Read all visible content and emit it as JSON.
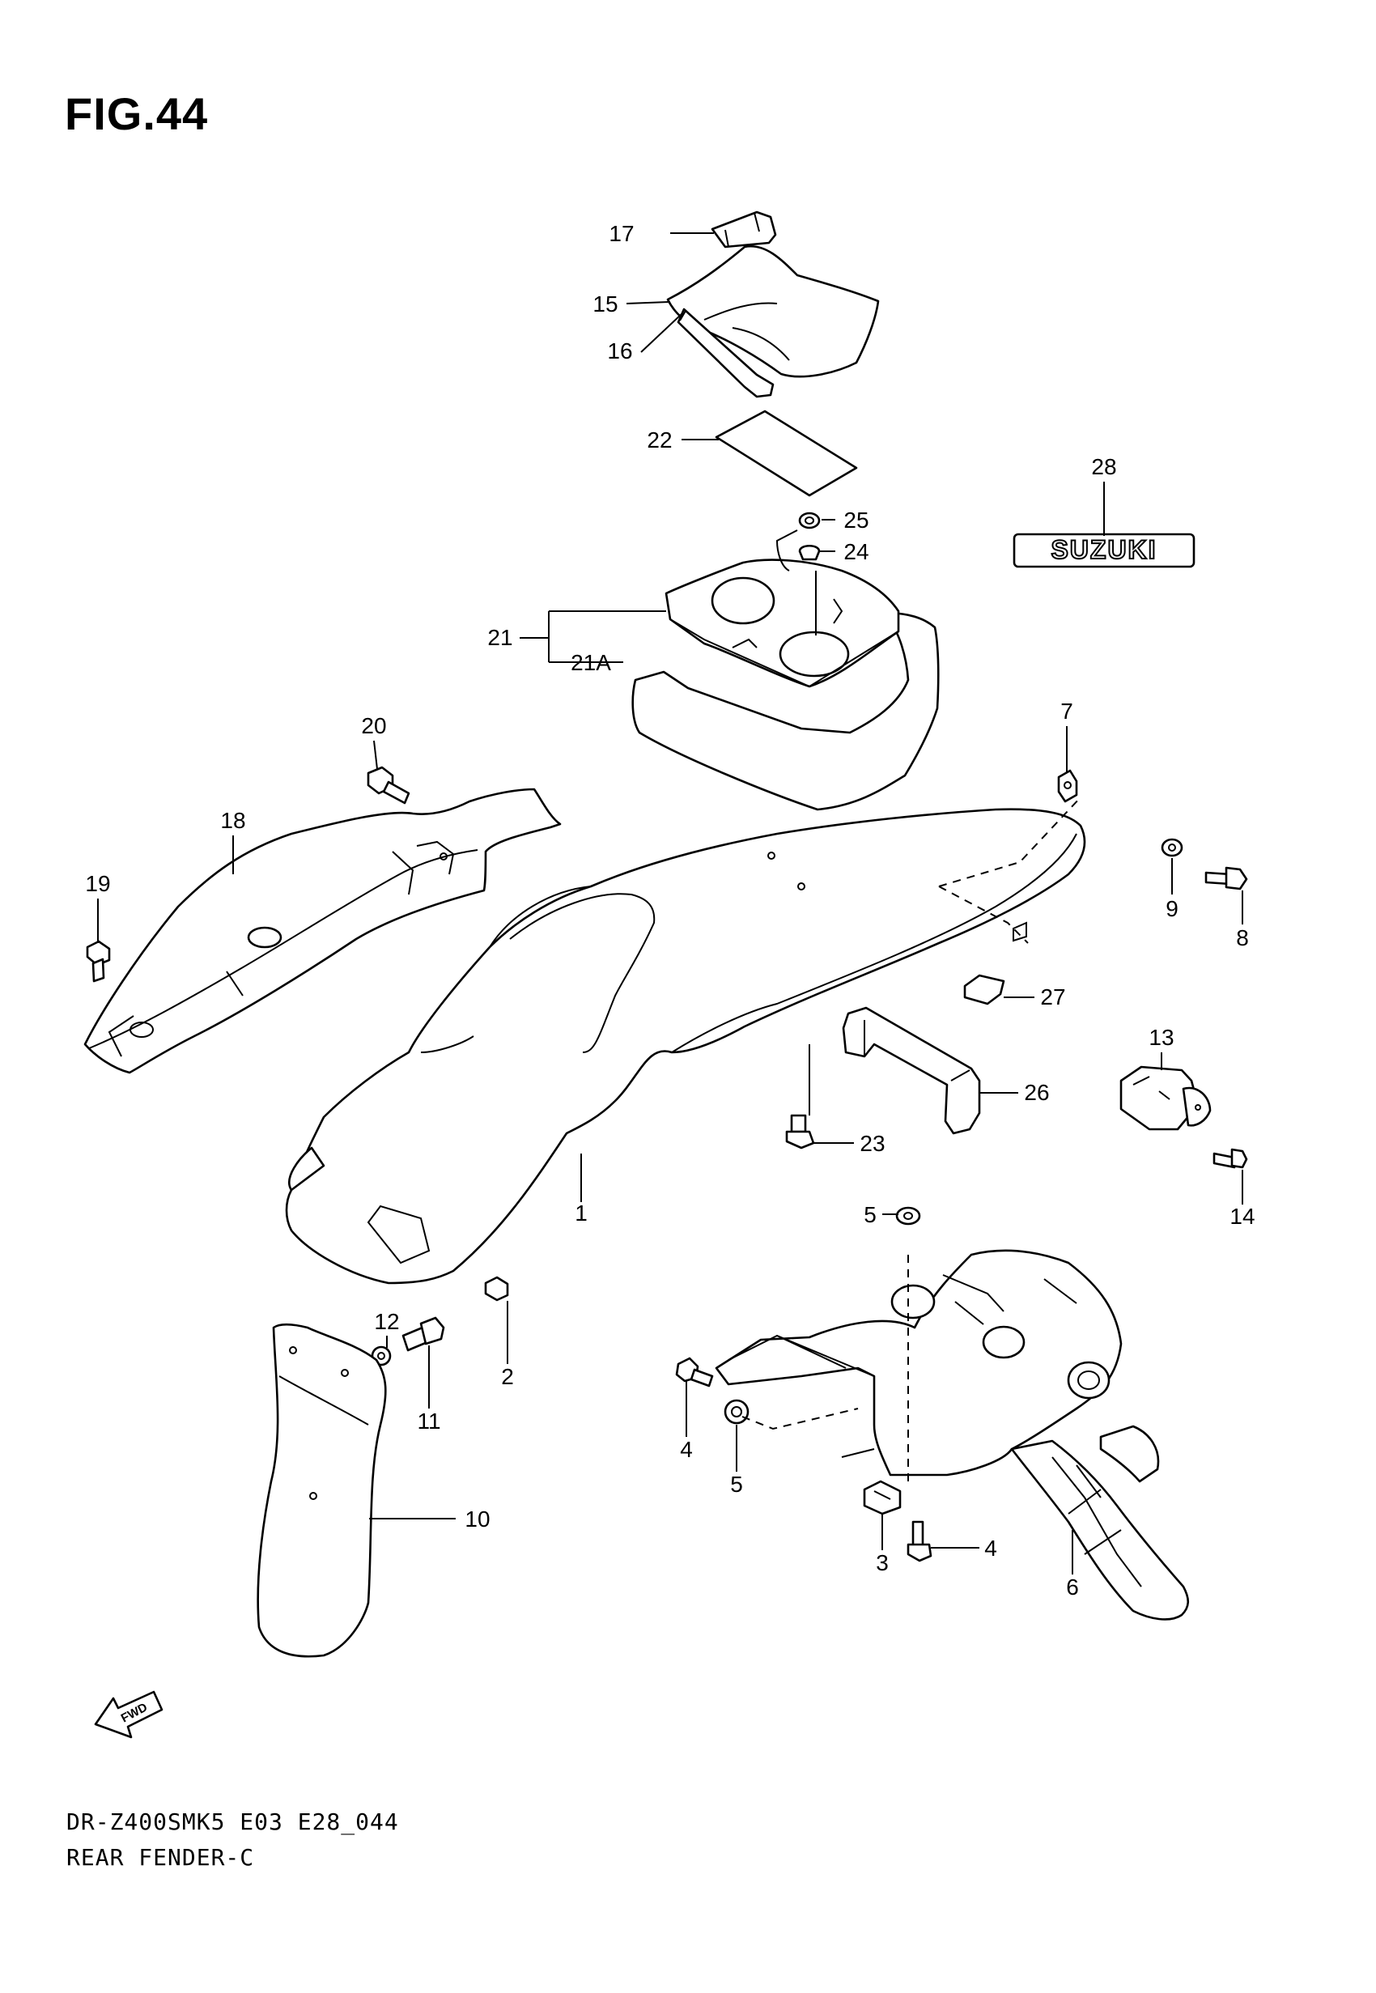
{
  "figure": {
    "title": "FIG.44"
  },
  "footer": {
    "model_code": "DR-Z400SMK5 E03 E28_044",
    "section_name": "REAR FENDER-C"
  },
  "emblem": {
    "text": "SUZUKI"
  },
  "direction_arrow": {
    "text": "FWD"
  },
  "callouts": [
    {
      "id": "17",
      "text": "17"
    },
    {
      "id": "15",
      "text": "15"
    },
    {
      "id": "16",
      "text": "16"
    },
    {
      "id": "22",
      "text": "22"
    },
    {
      "id": "28",
      "text": "28"
    },
    {
      "id": "25",
      "text": "25"
    },
    {
      "id": "24",
      "text": "24"
    },
    {
      "id": "21",
      "text": "21"
    },
    {
      "id": "21A",
      "text": "21A"
    },
    {
      "id": "7",
      "text": "7"
    },
    {
      "id": "20",
      "text": "20"
    },
    {
      "id": "18",
      "text": "18"
    },
    {
      "id": "19",
      "text": "19"
    },
    {
      "id": "9",
      "text": "9"
    },
    {
      "id": "8",
      "text": "8"
    },
    {
      "id": "27",
      "text": "27"
    },
    {
      "id": "13",
      "text": "13"
    },
    {
      "id": "26",
      "text": "26"
    },
    {
      "id": "23",
      "text": "23"
    },
    {
      "id": "14",
      "text": "14"
    },
    {
      "id": "1",
      "text": "1"
    },
    {
      "id": "5a",
      "text": "5"
    },
    {
      "id": "12",
      "text": "12"
    },
    {
      "id": "2",
      "text": "2"
    },
    {
      "id": "11",
      "text": "11"
    },
    {
      "id": "4a",
      "text": "4"
    },
    {
      "id": "5b",
      "text": "5"
    },
    {
      "id": "10",
      "text": "10"
    },
    {
      "id": "3",
      "text": "3"
    },
    {
      "id": "4b",
      "text": "4"
    },
    {
      "id": "6",
      "text": "6"
    }
  ]
}
